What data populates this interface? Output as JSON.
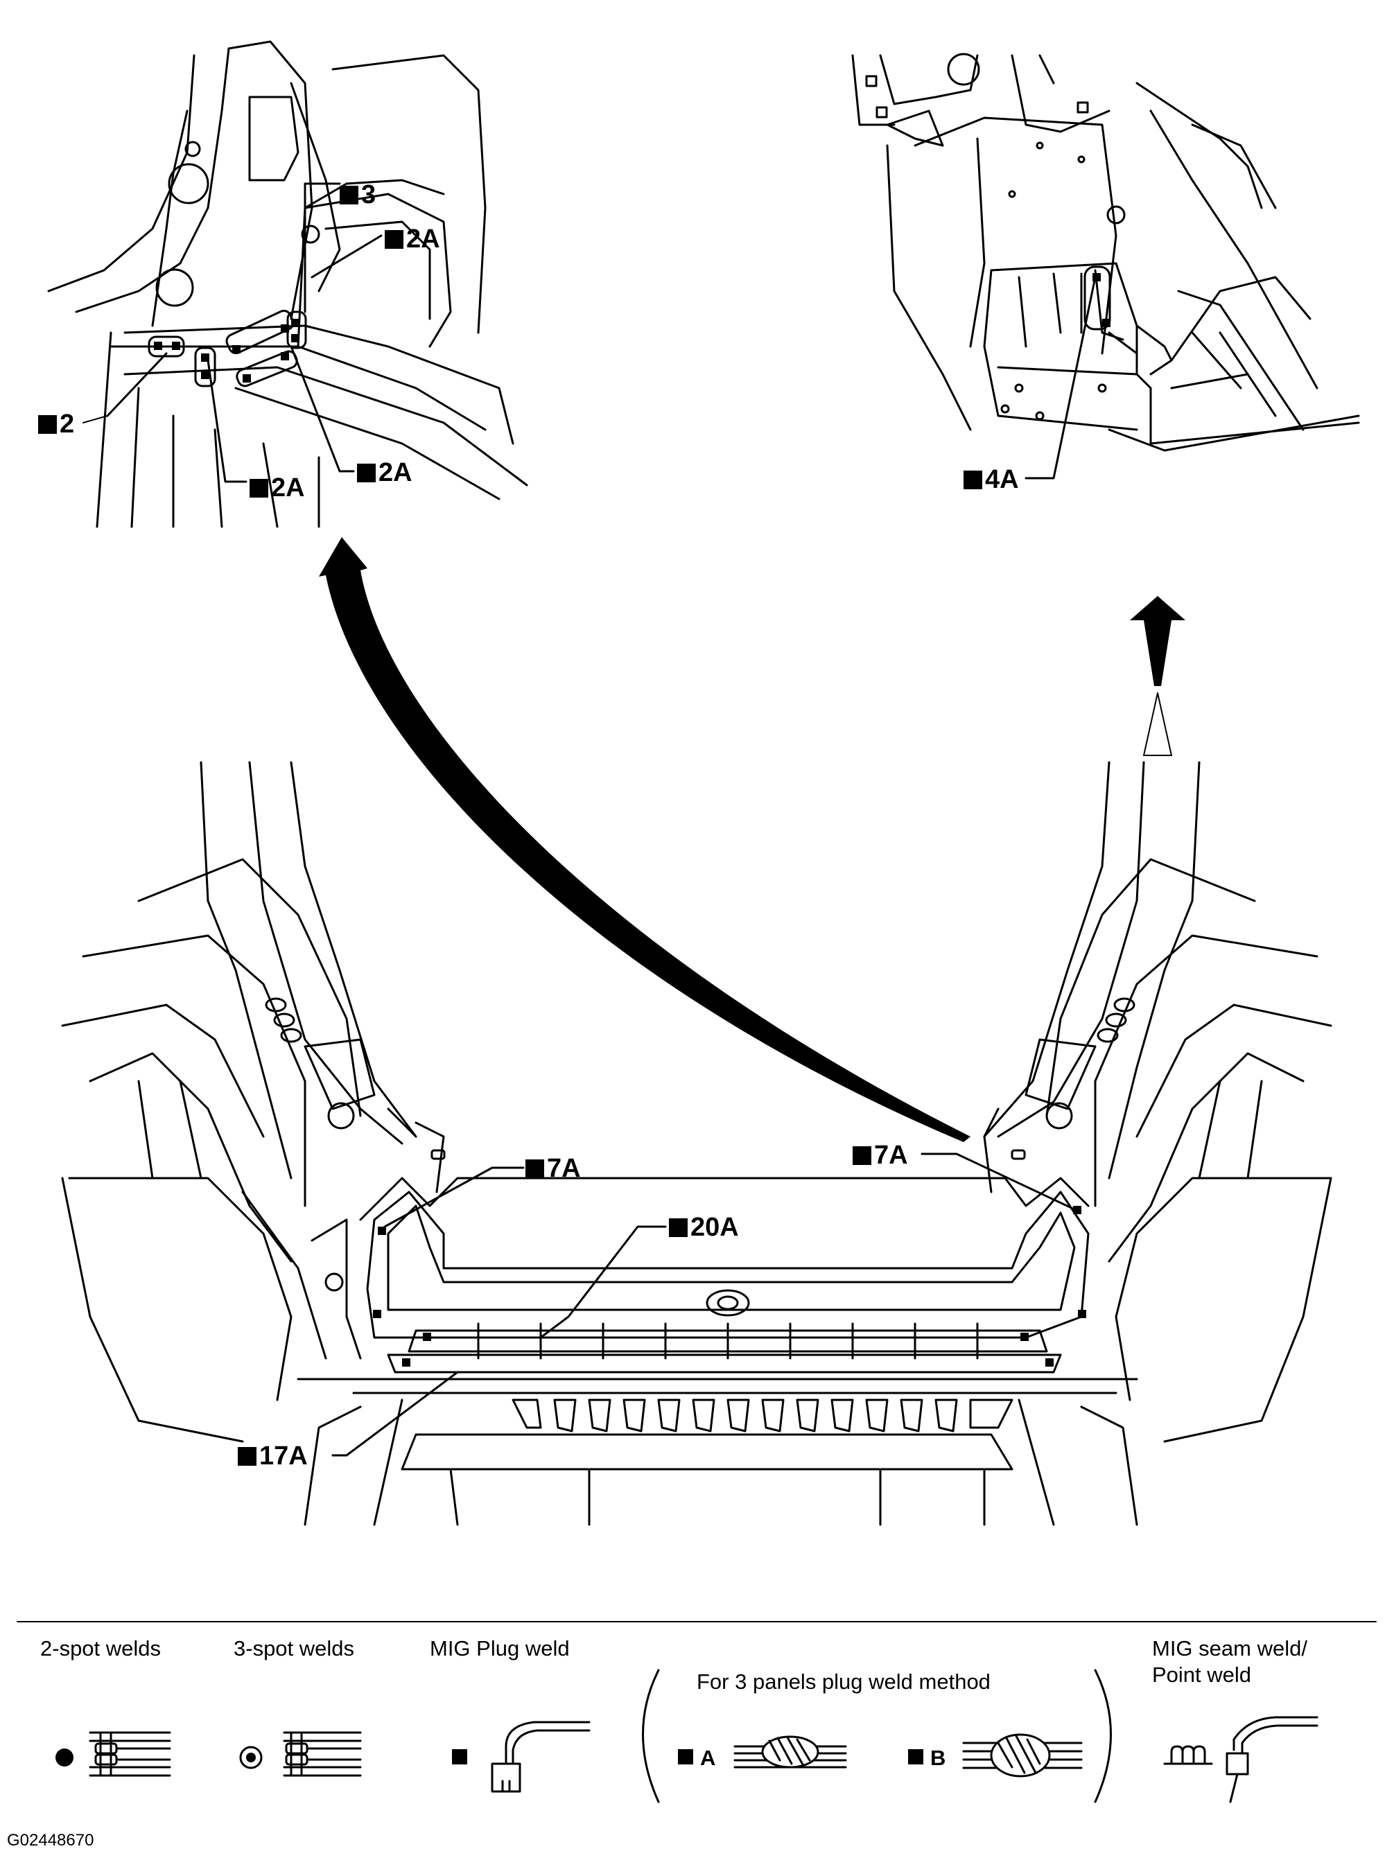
{
  "callouts": {
    "c2": "2",
    "c3": "3",
    "c2a_top": "2A",
    "c2a_mid": "2A",
    "c2a_bot": "2A",
    "c4a": "4A",
    "c7a_left": "7A",
    "c7a_right": "7A",
    "c20a": "20A",
    "c17a": "17A"
  },
  "legend": {
    "two_spot": "2-spot welds",
    "three_spot": "3-spot welds",
    "mig_plug": "MIG Plug weld",
    "three_panels": "For 3 panels plug weld method",
    "method_a": "A",
    "method_b": "B",
    "mig_seam_line1": "MIG seam weld/",
    "mig_seam_line2": "Point weld"
  },
  "figure_code": "G02448670"
}
